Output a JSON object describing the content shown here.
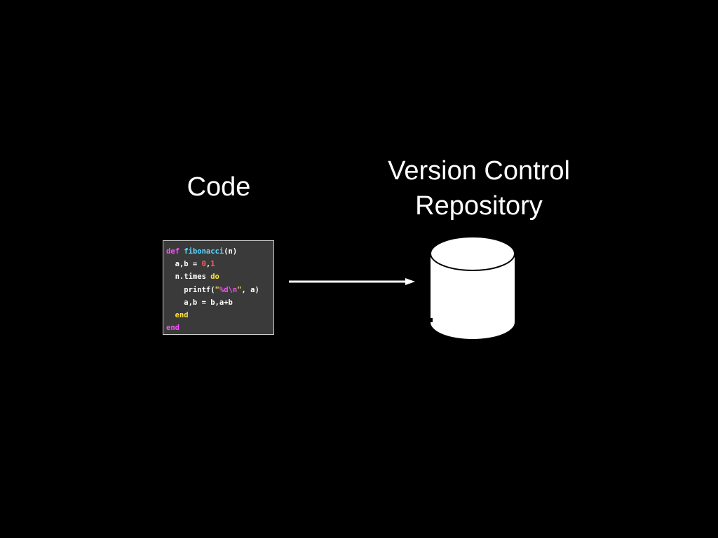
{
  "labels": {
    "code": "Code",
    "repo_line1": "Version Control",
    "repo_line2": "Repository"
  },
  "code_snippet": {
    "lines": [
      [
        {
          "t": "def",
          "c": "kw"
        },
        {
          "t": " ",
          "c": "tx"
        },
        {
          "t": "fibonacci",
          "c": "fn"
        },
        {
          "t": "(n)",
          "c": "tx"
        }
      ],
      [
        {
          "t": "  a,b = ",
          "c": "tx"
        },
        {
          "t": "0",
          "c": "nm"
        },
        {
          "t": ",",
          "c": "tx"
        },
        {
          "t": "1",
          "c": "nm"
        }
      ],
      [
        {
          "t": "  n.times ",
          "c": "tx"
        },
        {
          "t": "do",
          "c": "yl"
        }
      ],
      [
        {
          "t": "    printf(",
          "c": "tx"
        },
        {
          "t": "\"",
          "c": "st"
        },
        {
          "t": "%d\\n",
          "c": "esc"
        },
        {
          "t": "\"",
          "c": "st"
        },
        {
          "t": ", a)",
          "c": "tx"
        }
      ],
      [
        {
          "t": "    a,b = b,a+b",
          "c": "tx"
        }
      ],
      [
        {
          "t": "  ",
          "c": "tx"
        },
        {
          "t": "end",
          "c": "yl"
        }
      ],
      [
        {
          "t": "end",
          "c": "kw"
        }
      ]
    ]
  },
  "colors": {
    "background": "#000000",
    "text": "#ffffff",
    "code_background": "#3a3a3a",
    "keyword": "#ff4dff",
    "function": "#5fd7ff",
    "number": "#ff5f5f",
    "block_keyword": "#ffe23d"
  },
  "icons": {
    "arrow": "right-arrow-icon",
    "repository": "database-cylinder-icon"
  }
}
